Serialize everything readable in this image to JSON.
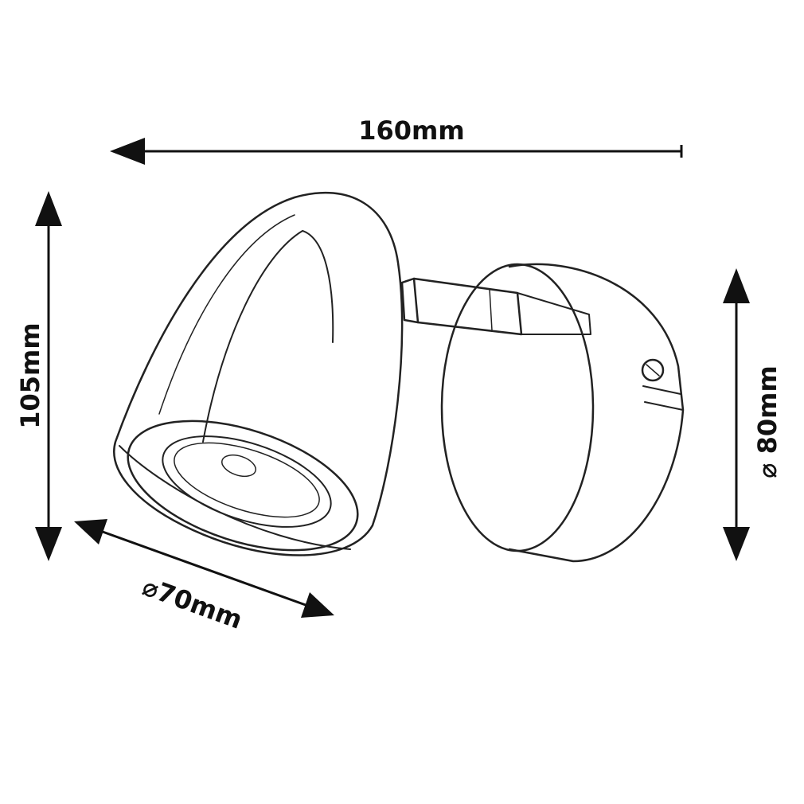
{
  "dimensions": {
    "width": "160mm",
    "height": "105mm",
    "base_diameter": "⌀ 80mm",
    "head_diameter": "⌀70mm"
  },
  "colors": {
    "line": "#222222",
    "background": "#ffffff"
  }
}
